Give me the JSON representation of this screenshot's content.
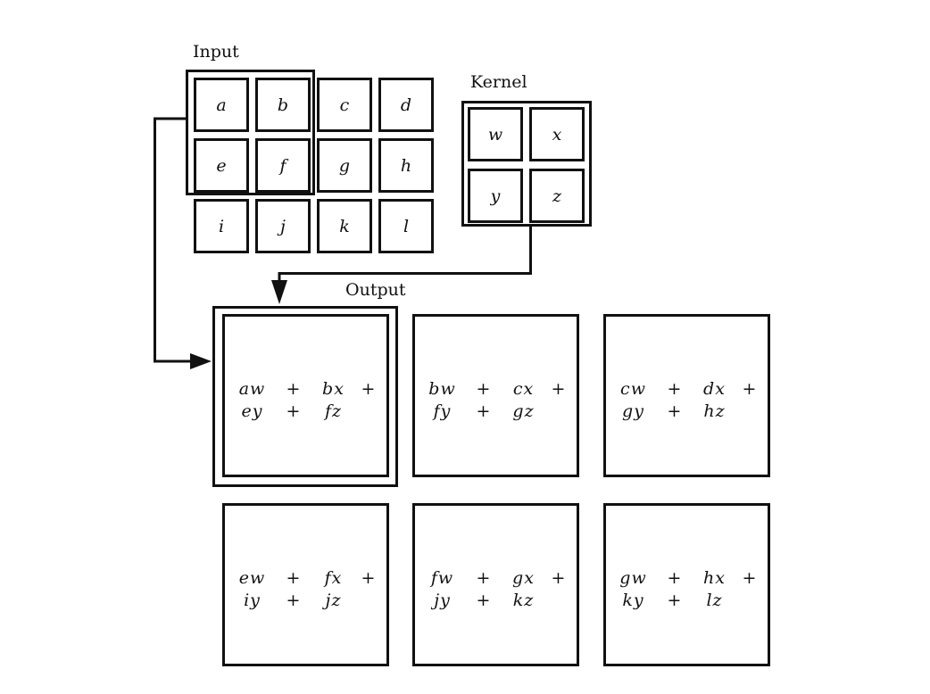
{
  "labels": {
    "input": "Input",
    "kernel": "Kernel",
    "output": "Output"
  },
  "input_grid": {
    "rows": 3,
    "cols": 4,
    "cells": [
      "a",
      "b",
      "c",
      "d",
      "e",
      "f",
      "g",
      "h",
      "i",
      "j",
      "k",
      "l"
    ],
    "highlighted_window_cells": [
      "a",
      "b",
      "e",
      "f"
    ]
  },
  "kernel_grid": {
    "rows": 2,
    "cols": 2,
    "cells": [
      "w",
      "x",
      "y",
      "z"
    ]
  },
  "output_grid": {
    "rows": 2,
    "cols": 3,
    "highlighted_box_index": 0,
    "boxes": [
      {
        "row1": [
          "aw",
          "+",
          "bx",
          "+"
        ],
        "row2": [
          "ey",
          "+",
          "fz"
        ]
      },
      {
        "row1": [
          "bw",
          "+",
          "cx",
          "+"
        ],
        "row2": [
          "fy",
          "+",
          "gz"
        ]
      },
      {
        "row1": [
          "cw",
          "+",
          "dx",
          "+"
        ],
        "row2": [
          "gy",
          "+",
          "hz"
        ]
      },
      {
        "row1": [
          "ew",
          "+",
          "fx",
          "+"
        ],
        "row2": [
          "iy",
          "+",
          "jz"
        ]
      },
      {
        "row1": [
          "fw",
          "+",
          "gx",
          "+"
        ],
        "row2": [
          "jy",
          "+",
          "kz"
        ]
      },
      {
        "row1": [
          "gw",
          "+",
          "hx",
          "+"
        ],
        "row2": [
          "ky",
          "+",
          "lz"
        ]
      }
    ]
  },
  "colors": {
    "line": "#111111",
    "background": "#ffffff",
    "text": "#111111"
  }
}
